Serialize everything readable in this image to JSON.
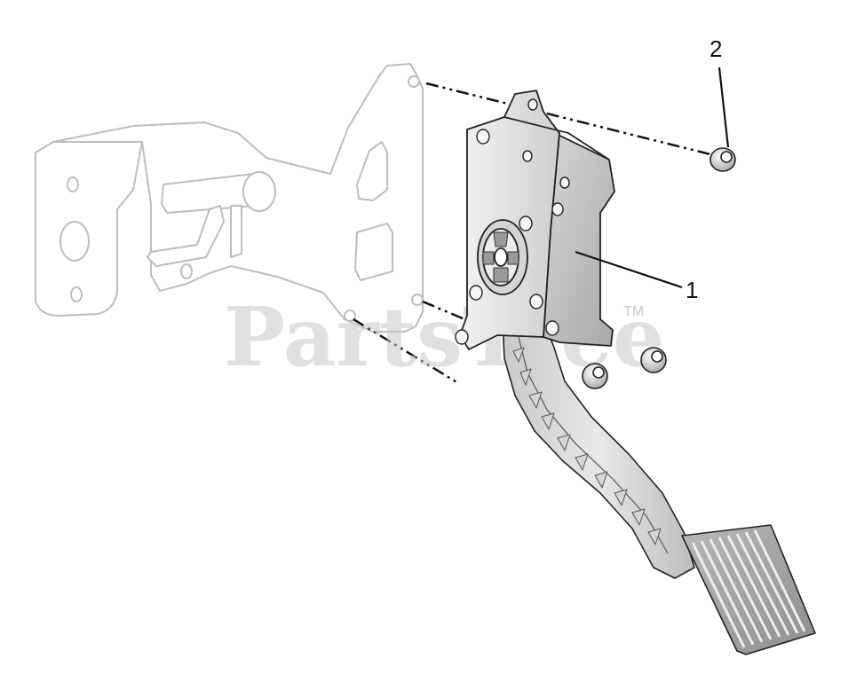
{
  "callouts": {
    "part1": "1",
    "part2": "2"
  },
  "watermark": {
    "text": "PartsTree",
    "trademark": "TM"
  },
  "colors": {
    "line": "#111111",
    "ghost_stroke": "#bdbdbd",
    "part_fill": "#e6e6e6",
    "part_shadow": "#bcbcbc",
    "watermark": "#c7c7c7"
  }
}
